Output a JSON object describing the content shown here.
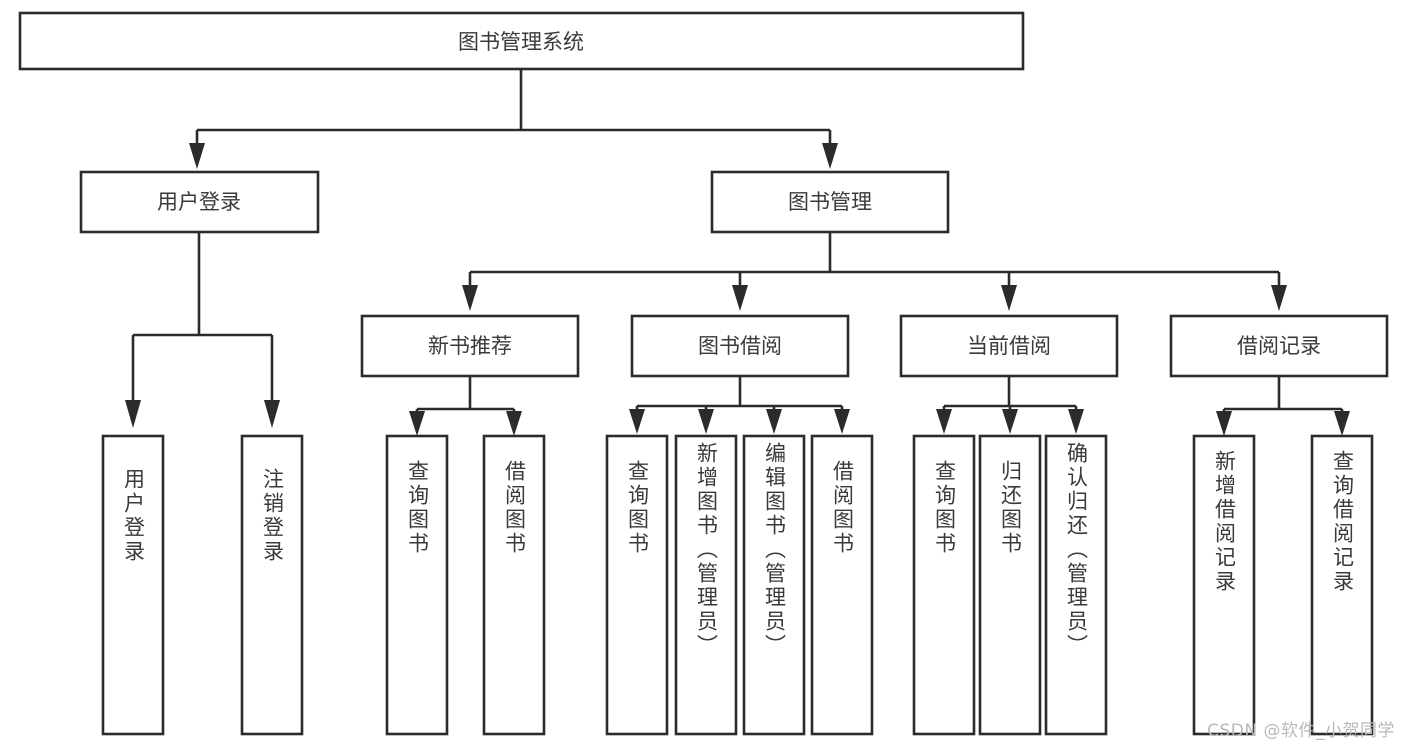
{
  "diagram": {
    "title": "图书管理系统",
    "type": "tree-hierarchy",
    "watermark": "CSDN @软件_小贺同学",
    "colors": {
      "stroke": "#2b2b2b",
      "box_fill": "#ffffff",
      "text": "#3a3a3a",
      "background": "#ffffff",
      "watermark": "#b9b9b9"
    },
    "root": {
      "label": "图书管理系统"
    },
    "level1": [
      {
        "label": "用户登录"
      },
      {
        "label": "图书管理"
      }
    ],
    "level2": [
      {
        "label": "新书推荐"
      },
      {
        "label": "图书借阅"
      },
      {
        "label": "当前借阅"
      },
      {
        "label": "借阅记录"
      }
    ],
    "leaves": {
      "user_login": [
        {
          "label": "用户登录"
        },
        {
          "label": "注销登录"
        }
      ],
      "new_book_recommend": [
        {
          "label": "查询图书"
        },
        {
          "label": "借阅图书"
        }
      ],
      "book_borrow": [
        {
          "label": "查询图书"
        },
        {
          "label": "新增图书（管理员）"
        },
        {
          "label": "编辑图书（管理员）"
        },
        {
          "label": "借阅图书"
        }
      ],
      "current_borrow": [
        {
          "label": "查询图书"
        },
        {
          "label": "归还图书"
        },
        {
          "label": "确认归还（管理员）"
        }
      ],
      "borrow_record": [
        {
          "label": "新增借阅记录"
        },
        {
          "label": "查询借阅记录"
        }
      ]
    }
  }
}
